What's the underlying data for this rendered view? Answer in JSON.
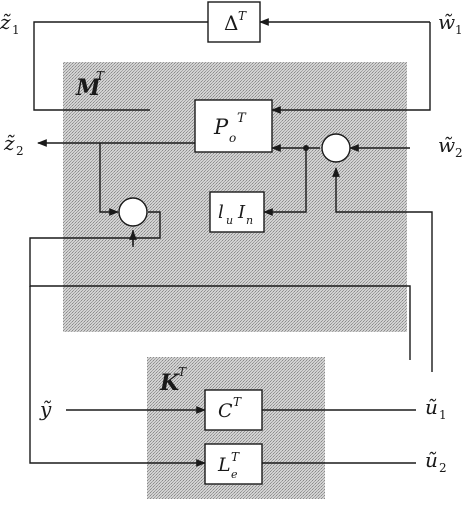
{
  "signals": {
    "z1": {
      "base": "z̃",
      "sub": "1"
    },
    "w1": {
      "base": "w̃",
      "sub": "1"
    },
    "z2": {
      "base": "z̃",
      "sub": "2"
    },
    "w2": {
      "base": "w̃",
      "sub": "2"
    },
    "y": {
      "base": "ỹ"
    },
    "u1": {
      "base": "ũ",
      "sub": "1"
    },
    "u2": {
      "base": "ũ",
      "sub": "2"
    }
  },
  "blocks": {
    "delta": {
      "base": "Δ",
      "sup": "T"
    },
    "M": {
      "base": "M",
      "sup": "T"
    },
    "Po": {
      "base": "P",
      "sub": "o",
      "sup": "T"
    },
    "luIn": {
      "a": "l",
      "a_sub": "u",
      "b": "I",
      "b_sub": "n"
    },
    "K": {
      "base": "K",
      "sup": "T"
    },
    "C": {
      "base": "C",
      "sup": "T"
    },
    "Le": {
      "base": "L",
      "sub": "e",
      "sup": "T"
    }
  },
  "colors": {
    "ink": "#1a1a1a",
    "shade": "#c4c4c4",
    "box_fill": "#ffffff"
  }
}
